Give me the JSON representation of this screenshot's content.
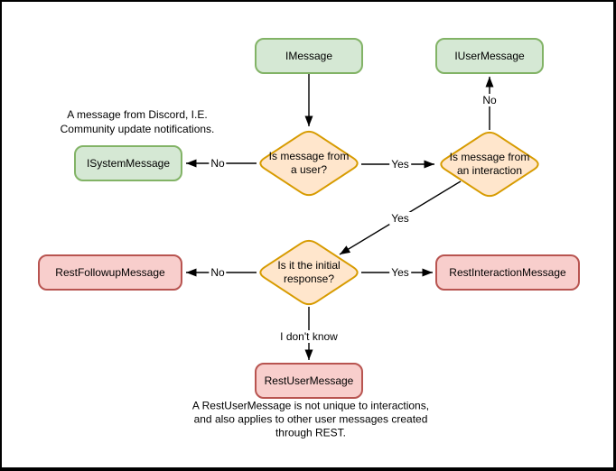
{
  "nodes": {
    "imessage": "IMessage",
    "iusermessage": "IUserMessage",
    "isystemmessage": "ISystemMessage",
    "decision_user": "Is message from\na user?",
    "decision_interaction": "Is message from\nan interaction",
    "decision_initial": "Is it the initial\nresponse?",
    "restfollowup": "RestFollowupMessage",
    "restinteraction": "RestInteractionMessage",
    "restuser": "RestUserMessage"
  },
  "edge_labels": {
    "user_no": "No",
    "user_yes": "Yes",
    "interaction_no": "No",
    "interaction_yes": "Yes",
    "initial_no": "No",
    "initial_yes": "Yes",
    "initial_unknown": "I don't know"
  },
  "notes": {
    "system_note": "A message from Discord, I.E.\nCommunity update notifications.",
    "restuser_note": "A RestUserMessage is not unique to interactions,\nand also applies to other user messages created\nthrough REST."
  },
  "colors": {
    "background": "#ffffff",
    "frame": "#000000",
    "edge": "#000000",
    "interface_fill": "#d5e8d4",
    "interface_stroke": "#82b366",
    "decision_fill": "#ffe6cc",
    "decision_stroke": "#d79b00",
    "rest_fill": "#f8cecc",
    "rest_stroke": "#b85450"
  }
}
